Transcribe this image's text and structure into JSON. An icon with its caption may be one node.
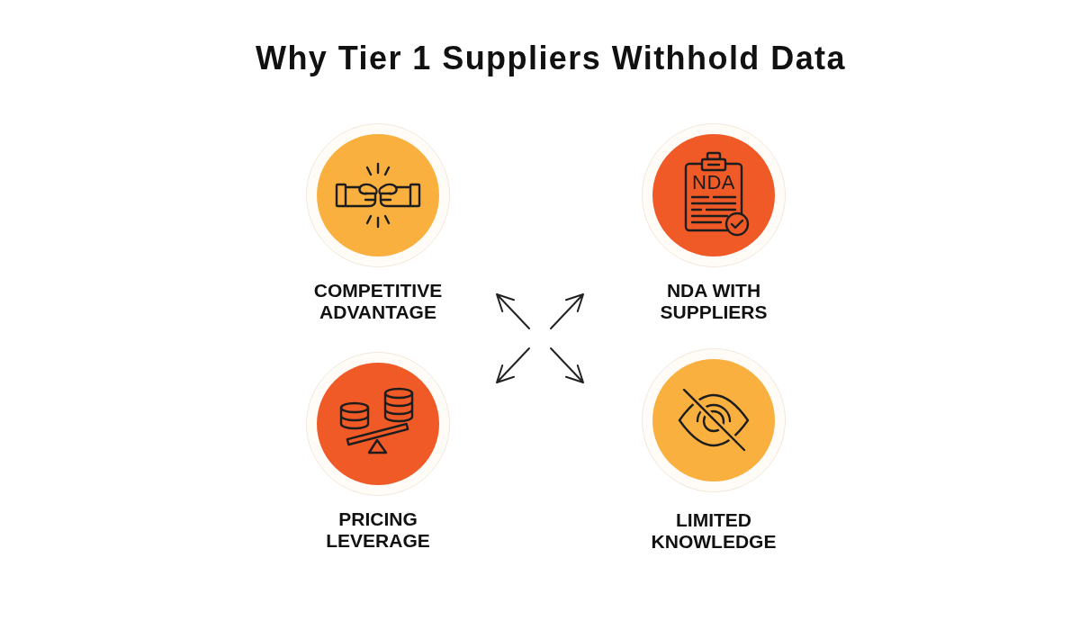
{
  "diagram": {
    "title": "Why Tier 1 Suppliers Withhold Data",
    "nodes": [
      {
        "text": [
          "COMPETITIVE ADVANTAGE"
        ]
      },
      {
        "text": [
          "NDA WITH SUPPLIERS"
        ]
      },
      {
        "text": [
          "PRICING LEVERAGE"
        ]
      },
      {
        "text": [
          "LIMITED KNOWLEDGE"
        ]
      }
    ],
    "labels": [
      "NDA"
    ]
  }
}
